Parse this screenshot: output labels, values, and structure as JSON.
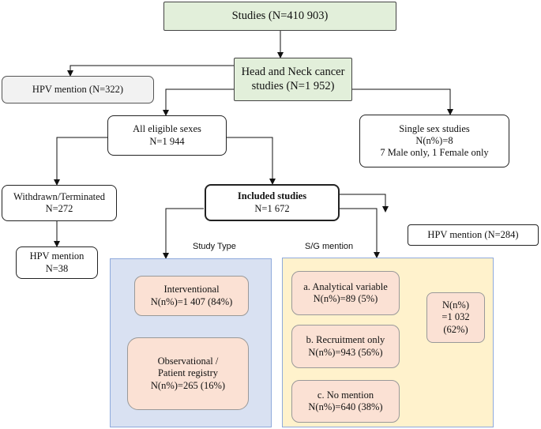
{
  "nodes": {
    "studies": [
      "Studies (N=410 903)"
    ],
    "hnc": [
      "Head and Neck cancer",
      "studies (N=1 952)"
    ],
    "hpv_mention_top": [
      "HPV mention (N=322)"
    ],
    "all_sexes": [
      "All eligible sexes",
      "N=1 944"
    ],
    "single_sex": [
      "Single sex studies",
      "N(n%)=8",
      "7 Male only, 1 Female only"
    ],
    "withdrawn": [
      "Withdrawn/Terminated",
      "N=272"
    ],
    "included_title": "Included studies",
    "included_count": "N=1 672",
    "hpv_mention_included": [
      "HPV mention (N=284)"
    ],
    "hpv_mention_withdrawn": [
      "HPV mention",
      "N=38"
    ],
    "interventional": [
      "Interventional",
      "N(n%)=1 407 (84%)"
    ],
    "observational": [
      "Observational /",
      "Patient registry",
      "N(n%)=265 (16%)"
    ],
    "analytical": [
      "a. Analytical variable",
      "N(n%)=89 (5%)"
    ],
    "recruitment": [
      "b. Recruitment only",
      "N(n%)=943 (56%)"
    ],
    "no_mention": [
      "c. No mention",
      "N(n%)=640 (38%)"
    ],
    "combined": [
      "N(n%)",
      "=1 032",
      "(62%)"
    ]
  },
  "labels": {
    "study_type": "Study Type",
    "sg_mention": "S/G mention"
  }
}
